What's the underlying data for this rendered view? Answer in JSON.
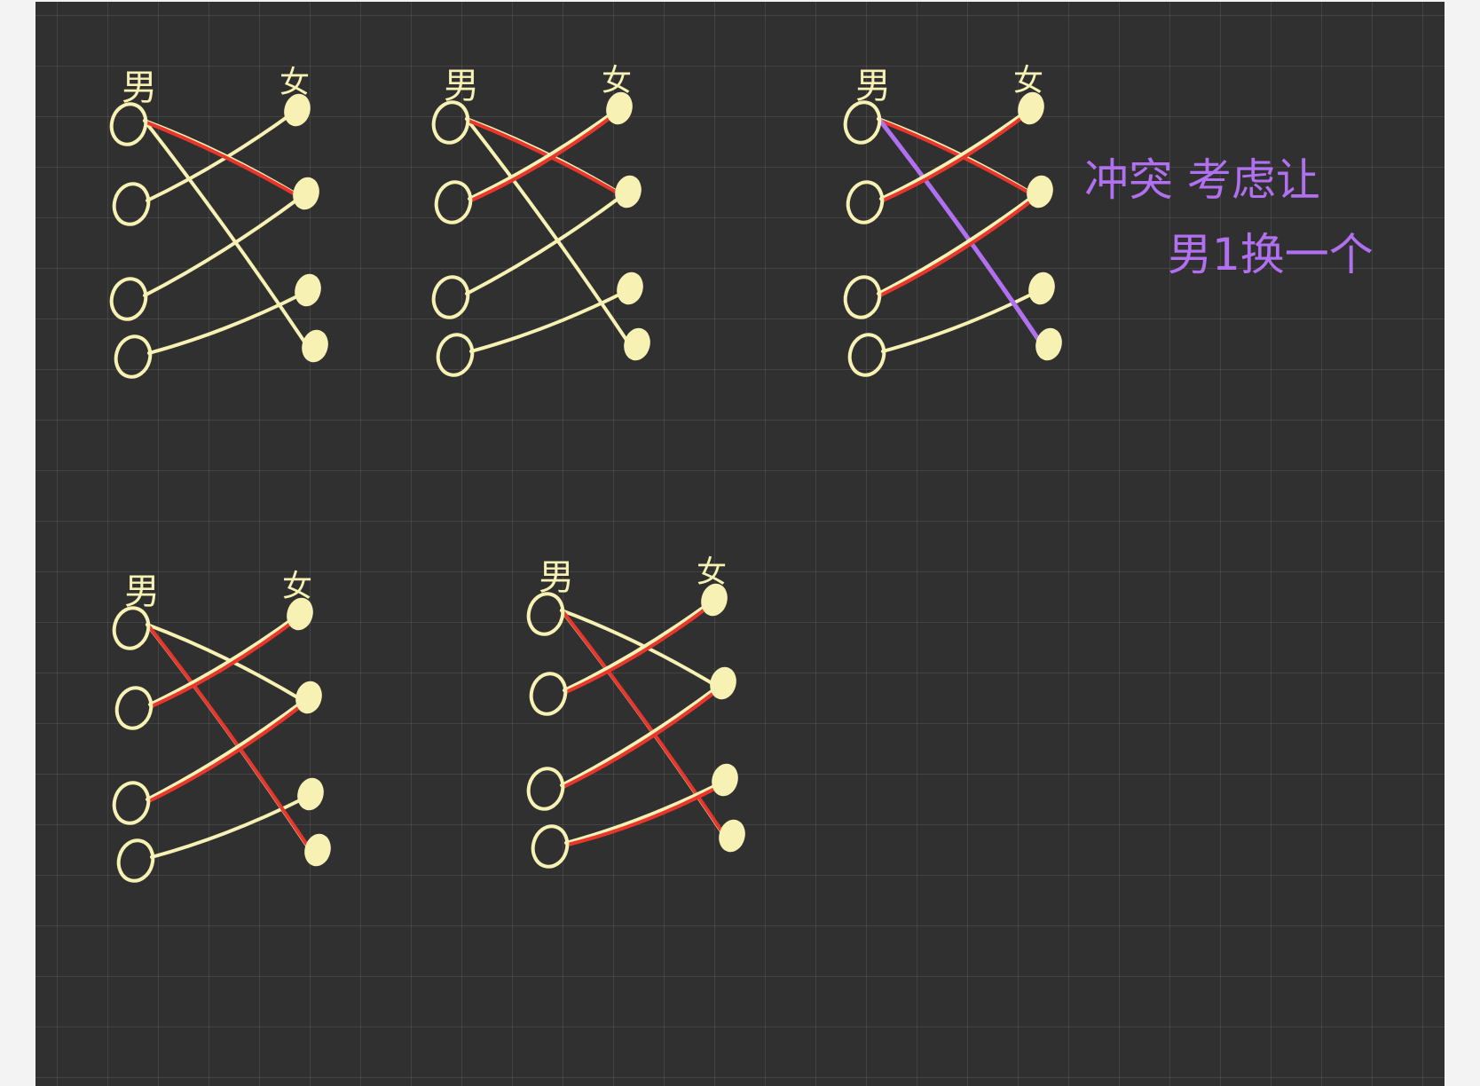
{
  "colors": {
    "background": "#303030",
    "grid": "rgba(255,255,255,0.09)",
    "pen_default": "#f7f2b4",
    "pen_highlight": "#e8362c",
    "pen_note": "#b070f0"
  },
  "diagrams": [
    {
      "men_label": "男",
      "women_label": "女",
      "edges": [
        {
          "from": 1,
          "to": 2,
          "highlight": true
        },
        {
          "from": 1,
          "to": 4,
          "highlight": false
        },
        {
          "from": 2,
          "to": 1,
          "highlight": false
        },
        {
          "from": 3,
          "to": 2,
          "highlight": false
        },
        {
          "from": 4,
          "to": 3,
          "highlight": false
        }
      ]
    },
    {
      "men_label": "男",
      "women_label": "女",
      "edges": [
        {
          "from": 1,
          "to": 2,
          "highlight": true
        },
        {
          "from": 1,
          "to": 4,
          "highlight": false
        },
        {
          "from": 2,
          "to": 1,
          "highlight": true
        },
        {
          "from": 3,
          "to": 2,
          "highlight": false
        },
        {
          "from": 4,
          "to": 3,
          "highlight": false
        }
      ]
    },
    {
      "men_label": "男",
      "women_label": "女",
      "edges": [
        {
          "from": 1,
          "to": 2,
          "highlight": true
        },
        {
          "from": 1,
          "to": 4,
          "highlight": "purple"
        },
        {
          "from": 2,
          "to": 1,
          "highlight": true
        },
        {
          "from": 3,
          "to": 2,
          "highlight": true
        },
        {
          "from": 4,
          "to": 3,
          "highlight": false
        }
      ]
    },
    {
      "men_label": "男",
      "women_label": "女",
      "edges": [
        {
          "from": 1,
          "to": 2,
          "highlight": false
        },
        {
          "from": 1,
          "to": 4,
          "highlight": true
        },
        {
          "from": 2,
          "to": 1,
          "highlight": true
        },
        {
          "from": 3,
          "to": 2,
          "highlight": true
        },
        {
          "from": 4,
          "to": 3,
          "highlight": false
        }
      ]
    },
    {
      "men_label": "男",
      "women_label": "女",
      "edges": [
        {
          "from": 1,
          "to": 2,
          "highlight": false
        },
        {
          "from": 1,
          "to": 4,
          "highlight": true
        },
        {
          "from": 2,
          "to": 1,
          "highlight": true
        },
        {
          "from": 3,
          "to": 2,
          "highlight": true
        },
        {
          "from": 4,
          "to": 3,
          "highlight": true
        }
      ]
    }
  ],
  "note": {
    "line1": "冲突 考虑让",
    "line2": "男1换一个"
  }
}
